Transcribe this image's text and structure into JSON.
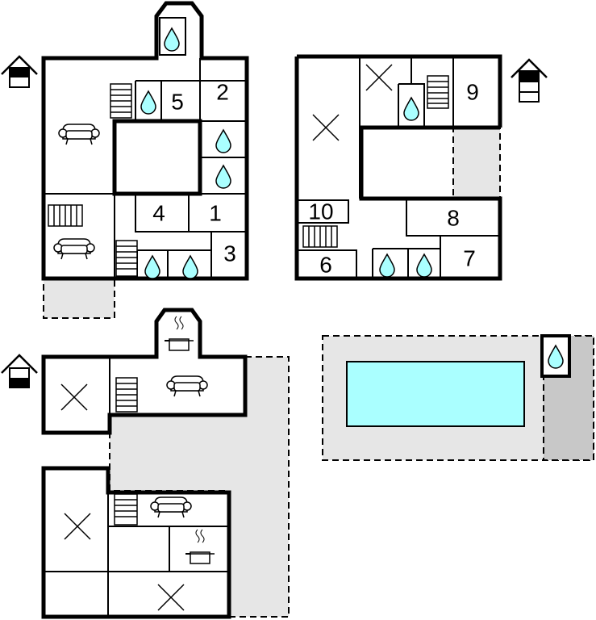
{
  "plan": {
    "colors": {
      "water": "#aaffff",
      "outdoor": "#e6e6e6",
      "outdoor_dark": "#c8c8c8",
      "wall": "#000000"
    },
    "rooms": {
      "r1": "1",
      "r2": "2",
      "r3": "3",
      "r4": "4",
      "r5": "5",
      "r6": "6",
      "r7": "7",
      "r8": "8",
      "r9": "9",
      "r10": "10"
    },
    "icons": [
      "house-floor-icon",
      "sofa-icon",
      "stairs-icon",
      "water-drop-icon",
      "bedroom-x-icon",
      "kitchen-pot-icon",
      "pool"
    ]
  }
}
